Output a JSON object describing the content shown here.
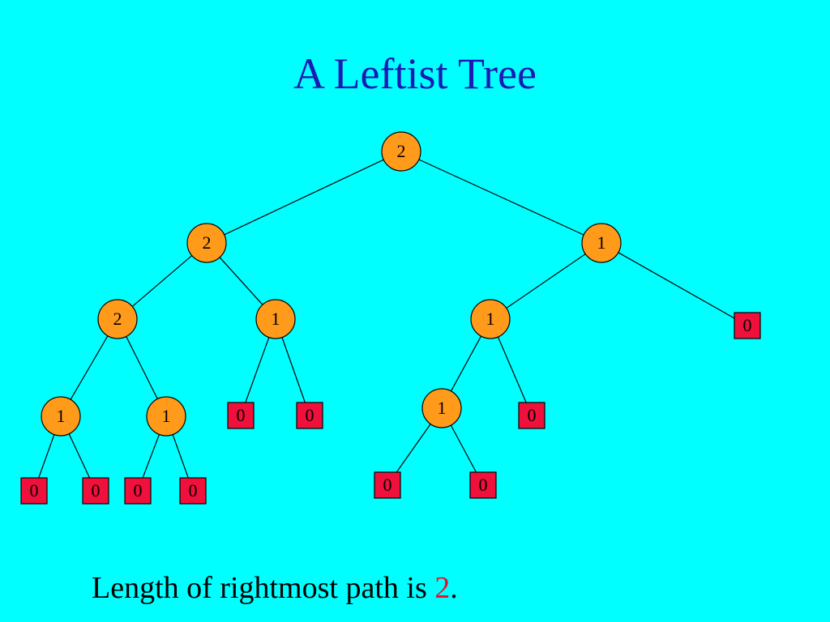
{
  "title": "A Leftist Tree",
  "caption": {
    "prefix": "Length of rightmost path is ",
    "value": "2",
    "suffix": "."
  },
  "colors": {
    "background": "#00FFFF",
    "title": "#1A1AB4",
    "internal_fill": "#FF9A1A",
    "external_fill": "#F0103C",
    "edge": "#000000",
    "highlight": "#E8102A"
  },
  "tree": {
    "label": "2",
    "children": [
      {
        "label": "2",
        "children": [
          {
            "label": "2",
            "children": [
              {
                "label": "1",
                "children": [
                  {
                    "label": "0",
                    "external": true
                  },
                  {
                    "label": "0",
                    "external": true
                  }
                ]
              },
              {
                "label": "1",
                "children": [
                  {
                    "label": "0",
                    "external": true
                  },
                  {
                    "label": "0",
                    "external": true
                  }
                ]
              }
            ]
          },
          {
            "label": "1",
            "children": [
              {
                "label": "0",
                "external": true
              },
              {
                "label": "0",
                "external": true
              }
            ]
          }
        ]
      },
      {
        "label": "1",
        "children": [
          {
            "label": "1",
            "children": [
              {
                "label": "1",
                "children": [
                  {
                    "label": "0",
                    "external": true
                  },
                  {
                    "label": "0",
                    "external": true
                  }
                ]
              },
              {
                "label": "0",
                "external": true
              }
            ]
          },
          {
            "label": "0",
            "external": true
          }
        ]
      }
    ]
  }
}
